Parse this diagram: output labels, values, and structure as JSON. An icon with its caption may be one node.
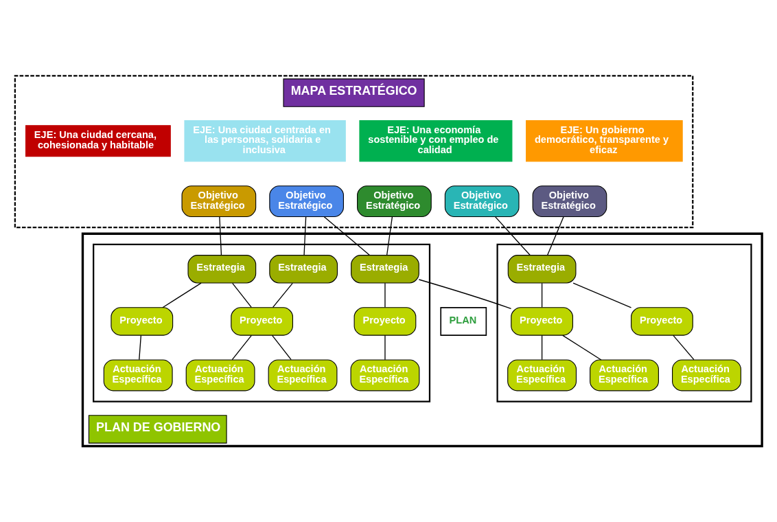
{
  "diagram": {
    "nodes": [
      {
        "text": [
          "MAPA ESTRATÉGICO"
        ]
      },
      {
        "text": [
          "EJE: Una ciudad cercana, cohesionada y habitable"
        ],
        "in": 0
      },
      {
        "text": [
          "EJE: Una ciudad centrada en las personas, solidaria e inclusiva"
        ],
        "in": 0
      },
      {
        "text": [
          "EJE: Una economía sostenible y con empleo de calidad"
        ],
        "in": 0
      },
      {
        "text": [
          "EJE: Un gobierno democrático, transparente y eficaz"
        ],
        "in": 0
      },
      {
        "text": [
          "Objetivo Estratégico"
        ],
        "in": 0
      },
      {
        "text": [
          "Objetivo Estratégico"
        ],
        "in": 0
      },
      {
        "text": [
          "Objetivo Estratégico"
        ],
        "in": 0
      },
      {
        "text": [
          "Objetivo Estratégico"
        ],
        "in": 0
      },
      {
        "text": [
          "Objetivo Estratégico"
        ],
        "in": 0
      },
      {
        "text": [
          "PLAN DE GOBIERNO"
        ]
      },
      {
        "text": [],
        "shape": "box",
        "in": 10
      },
      {
        "text": [],
        "shape": "box",
        "in": 10
      },
      {
        "text": [
          "Estrategia"
        ],
        "in": 11
      },
      {
        "text": [
          "Estrategia"
        ],
        "in": 11
      },
      {
        "text": [
          "Estrategia"
        ],
        "in": 11
      },
      {
        "text": [
          "Estrategia"
        ],
        "in": 12
      },
      {
        "text": [
          "PLAN"
        ],
        "in": 10
      },
      {
        "text": [
          "Proyecto"
        ],
        "in": 11
      },
      {
        "text": [
          "Proyecto"
        ],
        "in": 11
      },
      {
        "text": [
          "Proyecto"
        ],
        "in": 11
      },
      {
        "text": [
          "Proyecto"
        ],
        "in": 12
      },
      {
        "text": [
          "Proyecto"
        ],
        "in": 12
      },
      {
        "text": [
          "Actuación Específica"
        ],
        "in": 11
      },
      {
        "text": [
          "Actuación Específica"
        ],
        "in": 11
      },
      {
        "text": [
          "Actuación Específica"
        ],
        "in": 11
      },
      {
        "text": [
          "Actuación Específica"
        ],
        "in": 11
      },
      {
        "text": [
          "Actuación Específica"
        ],
        "in": 12
      },
      {
        "text": [
          "Actuación Específica"
        ],
        "in": 12
      },
      {
        "text": [
          "Actuación Específica"
        ],
        "in": 12
      }
    ],
    "edges": [
      {
        "from": 5,
        "to": 13,
        "arrow": "none"
      },
      {
        "from": 6,
        "to": 14,
        "arrow": "none"
      },
      {
        "from": 6,
        "to": 15,
        "arrow": "none"
      },
      {
        "from": 7,
        "to": 15,
        "arrow": "none"
      },
      {
        "from": 8,
        "to": 16,
        "arrow": "none"
      },
      {
        "from": 9,
        "to": 16,
        "arrow": "none"
      },
      {
        "from": 13,
        "to": 18,
        "arrow": "none"
      },
      {
        "from": 13,
        "to": 19,
        "arrow": "none"
      },
      {
        "from": 14,
        "to": 19,
        "arrow": "none"
      },
      {
        "from": 15,
        "to": 20,
        "arrow": "none"
      },
      {
        "from": 15,
        "to": 21,
        "arrow": "none"
      },
      {
        "from": 16,
        "to": 21,
        "arrow": "none"
      },
      {
        "from": 16,
        "to": 22,
        "arrow": "none"
      },
      {
        "from": 18,
        "to": 23,
        "arrow": "none"
      },
      {
        "from": 19,
        "to": 24,
        "arrow": "none"
      },
      {
        "from": 19,
        "to": 25,
        "arrow": "none"
      },
      {
        "from": 20,
        "to": 26,
        "arrow": "none"
      },
      {
        "from": 21,
        "to": 27,
        "arrow": "none"
      },
      {
        "from": 21,
        "to": 28,
        "arrow": "none"
      },
      {
        "from": 22,
        "to": 29,
        "arrow": "none"
      }
    ]
  }
}
